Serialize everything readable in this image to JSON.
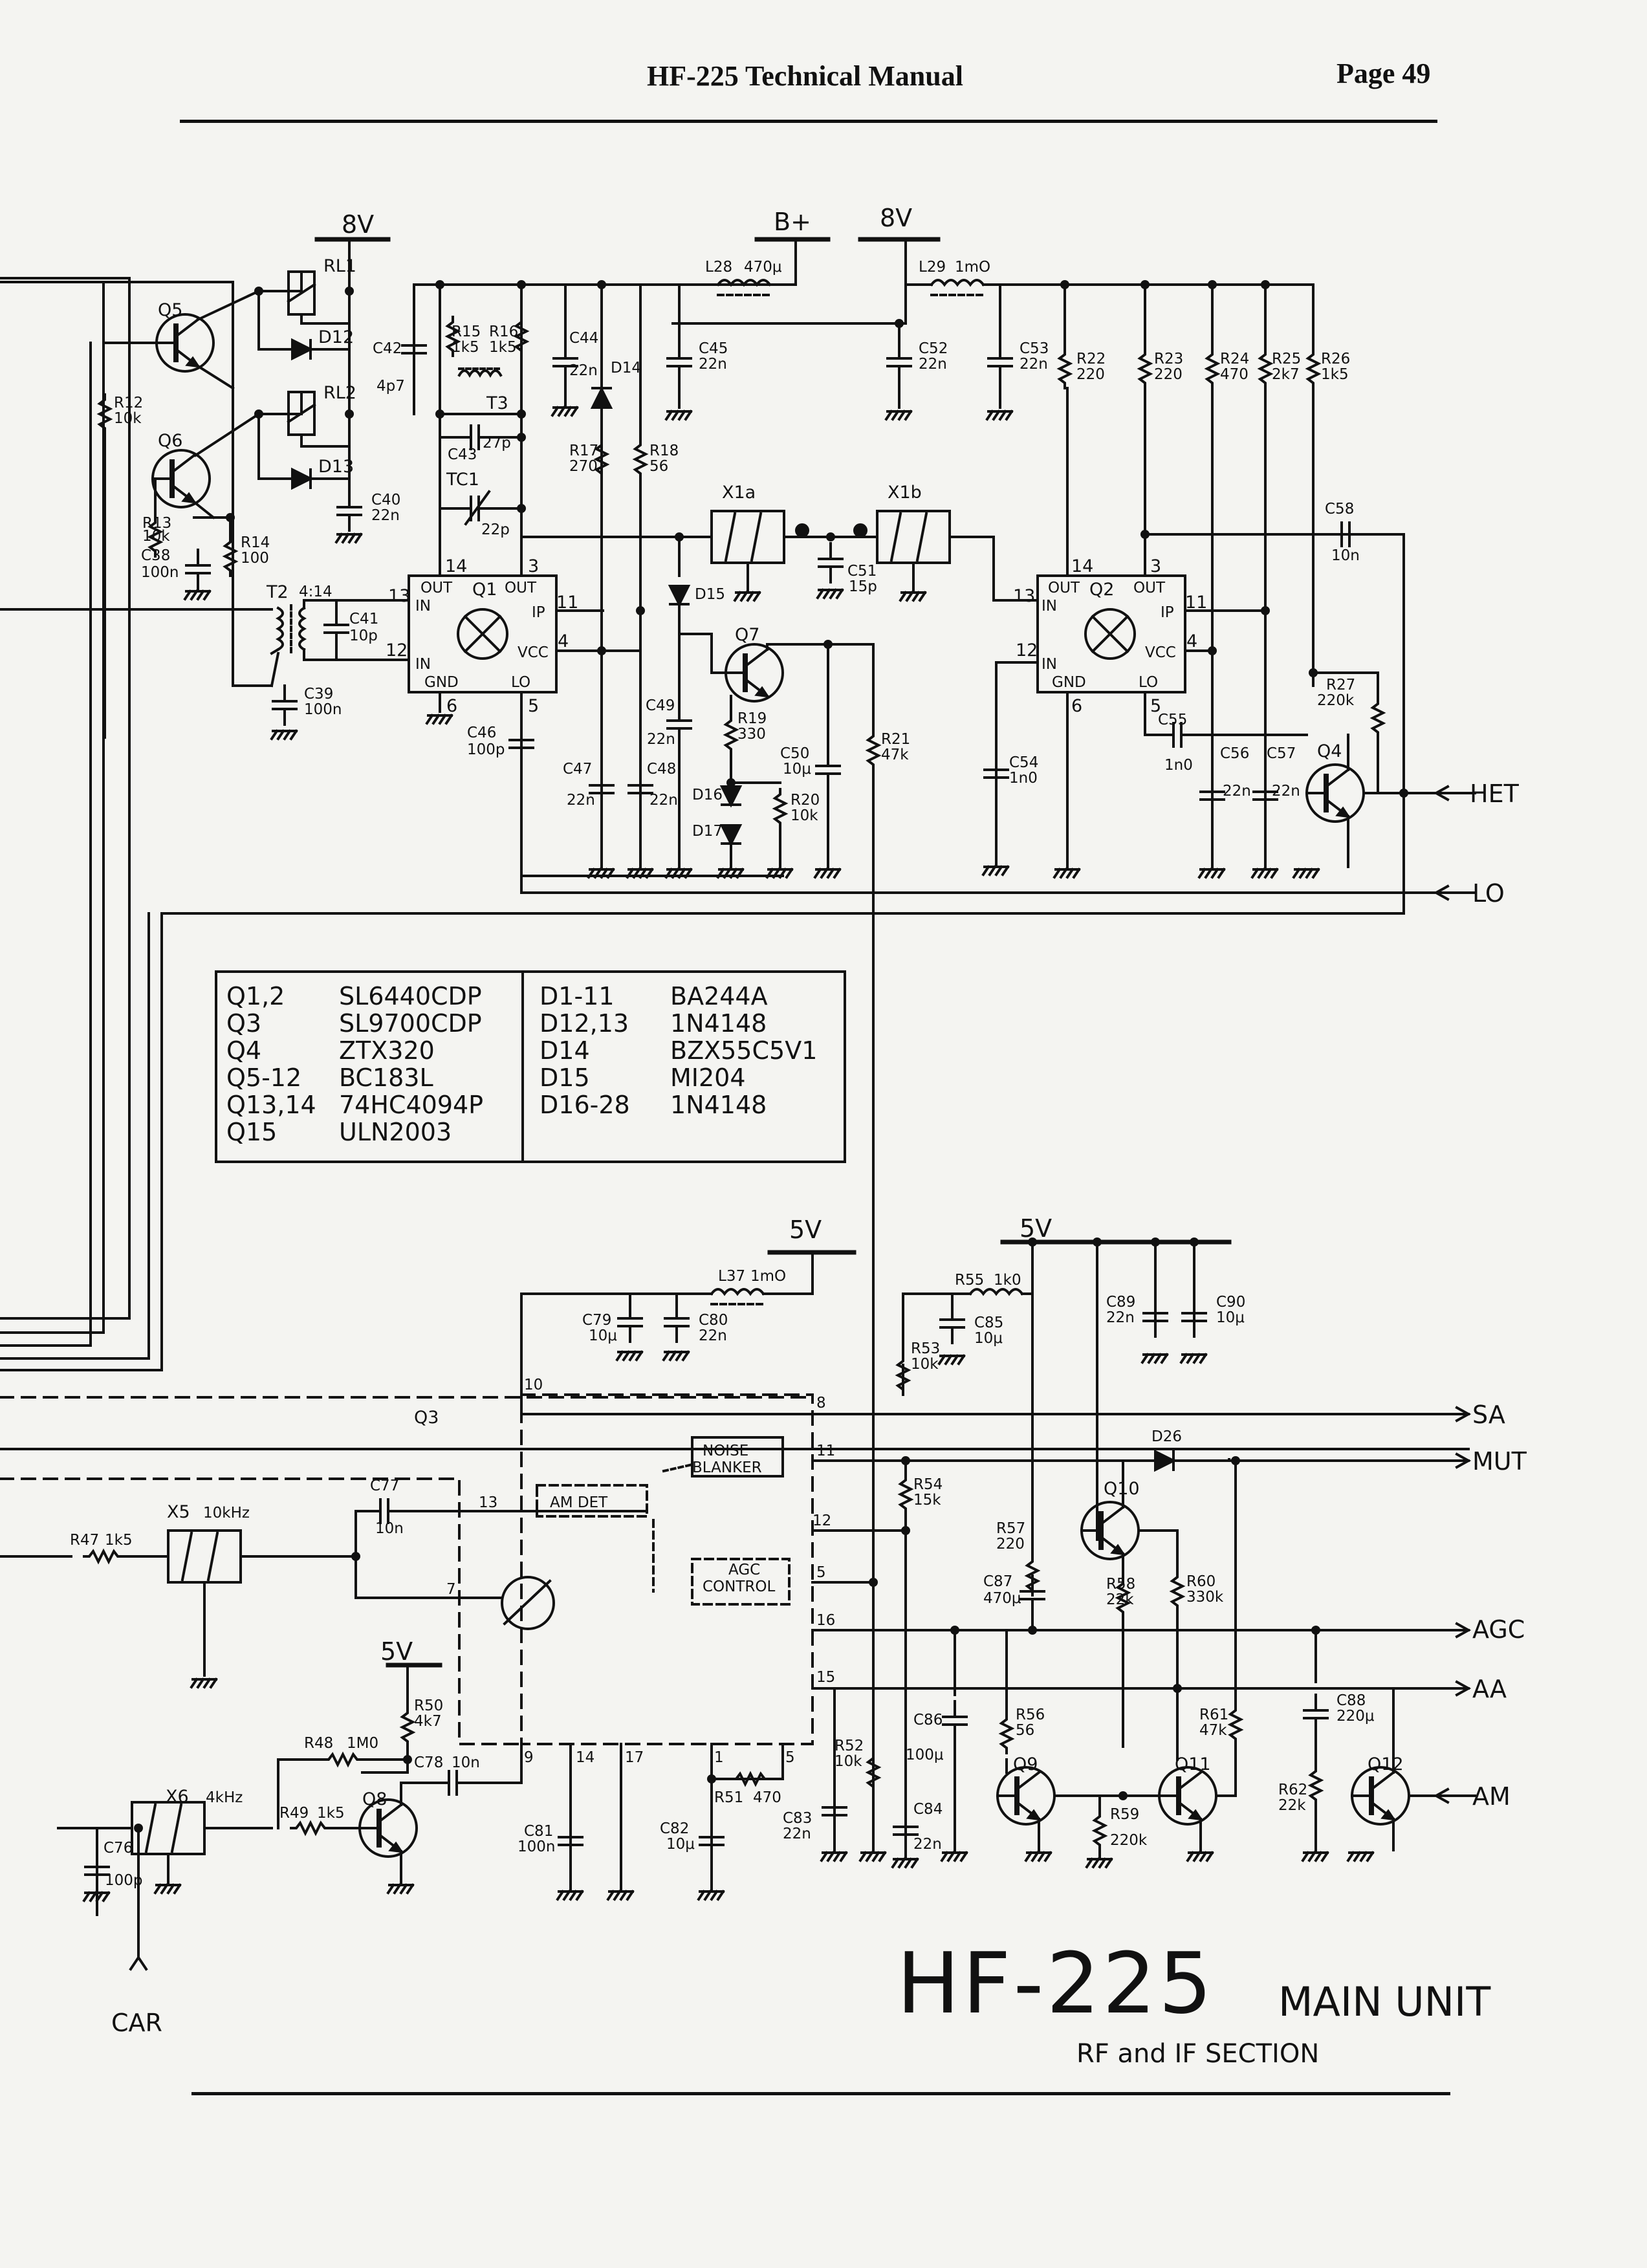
{
  "header": {
    "title": "HF-225 Technical Manual",
    "page": "Page 49"
  },
  "title_block": {
    "main": "HF-225",
    "sub": "MAIN UNIT",
    "subtitle": "RF and IF SECTION"
  },
  "parts_table": {
    "left": [
      {
        "ref": "Q1,2",
        "part": "SL6440CDP"
      },
      {
        "ref": "Q3",
        "part": "SL9700CDP"
      },
      {
        "ref": "Q4",
        "part": "ZTX320"
      },
      {
        "ref": "Q5-12",
        "part": "BC183L"
      },
      {
        "ref": "Q13,14",
        "part": "74HC4094P"
      },
      {
        "ref": "Q15",
        "part": "ULN2003"
      }
    ],
    "right": [
      {
        "ref": "D1-11",
        "part": "BA244A"
      },
      {
        "ref": "D12,13",
        "part": "1N4148"
      },
      {
        "ref": "D14",
        "part": "BZX55C5V1"
      },
      {
        "ref": "D15",
        "part": "MI204"
      },
      {
        "ref": "D16-28",
        "part": "1N4148"
      }
    ]
  },
  "rails": {
    "v8a": "8V",
    "bplus": "B+",
    "v8b": "8V",
    "v5a": "5V",
    "v5b": "5V",
    "v5c": "5V"
  },
  "ports": {
    "het": "HET",
    "lo": "LO",
    "sa": "SA",
    "mut": "MUT",
    "agc": "AGC",
    "aa": "AA",
    "am": "AM",
    "car": "CAR"
  },
  "ic_blocks": {
    "q1": {
      "name": "Q1",
      "out1": "OUT",
      "out2": "OUT",
      "in1": "IN",
      "in2": "IN",
      "gnd": "GND",
      "lo": "LO",
      "ip": "IP",
      "vcc": "VCC",
      "p14": "14",
      "p3": "3",
      "p13": "13",
      "p11": "11",
      "p4": "4",
      "p12": "12",
      "p6": "6",
      "p5": "5"
    },
    "q2": {
      "name": "Q2",
      "out1": "OUT",
      "out2": "OUT",
      "in1": "IN",
      "in2": "IN",
      "gnd": "GND",
      "lo": "LO",
      "ip": "IP",
      "vcc": "VCC",
      "p14": "14",
      "p3": "3",
      "p13": "13",
      "p11": "11",
      "p4": "4",
      "p12": "12",
      "p6": "6",
      "p5": "5"
    },
    "q3": {
      "name": "Q3",
      "noise": "NOISE",
      "blanker": "BLANKER",
      "amdet": "AM DET",
      "agc": "AGC",
      "control": "CONTROL",
      "p10": "10",
      "p8": "8",
      "p11": "11",
      "p13": "13",
      "p12": "12",
      "p5": "5",
      "p7": "7",
      "p16": "16",
      "p15": "15",
      "p9": "9",
      "p14": "14",
      "p17": "17",
      "p1": "1",
      "p5b": "5"
    }
  },
  "components": [
    {
      "ref": "RL1"
    },
    {
      "ref": "RL2"
    },
    {
      "ref": "D12"
    },
    {
      "ref": "D13"
    },
    {
      "ref": "Q5"
    },
    {
      "ref": "Q6"
    },
    {
      "ref": "R12",
      "val": "10k"
    },
    {
      "ref": "R13",
      "val": "10k"
    },
    {
      "ref": "R14",
      "val": "100"
    },
    {
      "ref": "C38",
      "val": "100n"
    },
    {
      "ref": "C40",
      "val": "22n"
    },
    {
      "ref": "C42",
      "val": "4p7"
    },
    {
      "ref": "R15",
      "val": "1k5"
    },
    {
      "ref": "R16",
      "val": "1k5"
    },
    {
      "ref": "T3"
    },
    {
      "ref": "C43",
      "val": "27p"
    },
    {
      "ref": "TC1",
      "val": "22p"
    },
    {
      "ref": "C44",
      "val": "22n"
    },
    {
      "ref": "D14"
    },
    {
      "ref": "R17",
      "val": "270"
    },
    {
      "ref": "R18",
      "val": "56"
    },
    {
      "ref": "L28",
      "val": "470μ"
    },
    {
      "ref": "C45",
      "val": "22n"
    },
    {
      "ref": "L29",
      "val": "1mO"
    },
    {
      "ref": "C52",
      "val": "22n"
    },
    {
      "ref": "C53",
      "val": "22n"
    },
    {
      "ref": "R22",
      "val": "220"
    },
    {
      "ref": "R23",
      "val": "220"
    },
    {
      "ref": "R24",
      "val": "470"
    },
    {
      "ref": "R25",
      "val": "2k7"
    },
    {
      "ref": "R26",
      "val": "1k5"
    },
    {
      "ref": "T2",
      "val": "4:14"
    },
    {
      "ref": "C41",
      "val": "10p"
    },
    {
      "ref": "C39",
      "val": "100n"
    },
    {
      "ref": "C46",
      "val": "100p"
    },
    {
      "ref": "X1a"
    },
    {
      "ref": "X1b"
    },
    {
      "ref": "C51",
      "val": "15p"
    },
    {
      "ref": "D15"
    },
    {
      "ref": "Q7"
    },
    {
      "ref": "R19",
      "val": "330"
    },
    {
      "ref": "C49",
      "val": "22n"
    },
    {
      "ref": "C47",
      "val": "22n"
    },
    {
      "ref": "C48",
      "val": "22n"
    },
    {
      "ref": "D16"
    },
    {
      "ref": "D17"
    },
    {
      "ref": "C50",
      "val": "10μ"
    },
    {
      "ref": "R20",
      "val": "10k"
    },
    {
      "ref": "R21",
      "val": "47k"
    },
    {
      "ref": "C58",
      "val": "10n"
    },
    {
      "ref": "R27",
      "val": "220k"
    },
    {
      "ref": "C54",
      "val": "1n0"
    },
    {
      "ref": "C55",
      "val": "1n0"
    },
    {
      "ref": "C56",
      "val": "22n"
    },
    {
      "ref": "C57",
      "val": "22n"
    },
    {
      "ref": "Q4"
    },
    {
      "ref": "L37",
      "val": "1mO"
    },
    {
      "ref": "C79",
      "val": "10μ"
    },
    {
      "ref": "C80",
      "val": "22n"
    },
    {
      "ref": "R55",
      "val": "1k0"
    },
    {
      "ref": "C85",
      "val": "10μ"
    },
    {
      "ref": "R53",
      "val": "10k"
    },
    {
      "ref": "C89",
      "val": "22n"
    },
    {
      "ref": "C90",
      "val": "10μ"
    },
    {
      "ref": "D26"
    },
    {
      "ref": "R54",
      "val": "15k"
    },
    {
      "ref": "Q10"
    },
    {
      "ref": "R57",
      "val": "220"
    },
    {
      "ref": "C87",
      "val": "470μ"
    },
    {
      "ref": "R58",
      "val": "22k"
    },
    {
      "ref": "R60",
      "val": "330k"
    },
    {
      "ref": "X5",
      "val": "10kHz"
    },
    {
      "ref": "R47",
      "val": "1k5"
    },
    {
      "ref": "C77",
      "val": "10n"
    },
    {
      "ref": "R50",
      "val": "4k7"
    },
    {
      "ref": "R48",
      "val": "1M0"
    },
    {
      "ref": "C78",
      "val": "10n"
    },
    {
      "ref": "Q8"
    },
    {
      "ref": "X6",
      "val": "4kHz"
    },
    {
      "ref": "R49",
      "val": "1k5"
    },
    {
      "ref": "C76",
      "val": "100p"
    },
    {
      "ref": "C81",
      "val": "100n"
    },
    {
      "ref": "R51",
      "val": "470"
    },
    {
      "ref": "C82",
      "val": "10μ"
    },
    {
      "ref": "R52",
      "val": "10k"
    },
    {
      "ref": "C83",
      "val": "22n"
    },
    {
      "ref": "C86",
      "val": "100μ"
    },
    {
      "ref": "C84",
      "val": "22n"
    },
    {
      "ref": "R56",
      "val": "56"
    },
    {
      "ref": "Q9"
    },
    {
      "ref": "R59",
      "val": "220k"
    },
    {
      "ref": "Q11"
    },
    {
      "ref": "R61",
      "val": "47k"
    },
    {
      "ref": "C88",
      "val": "220μ"
    },
    {
      "ref": "R62",
      "val": "22k"
    },
    {
      "ref": "Q12"
    }
  ]
}
